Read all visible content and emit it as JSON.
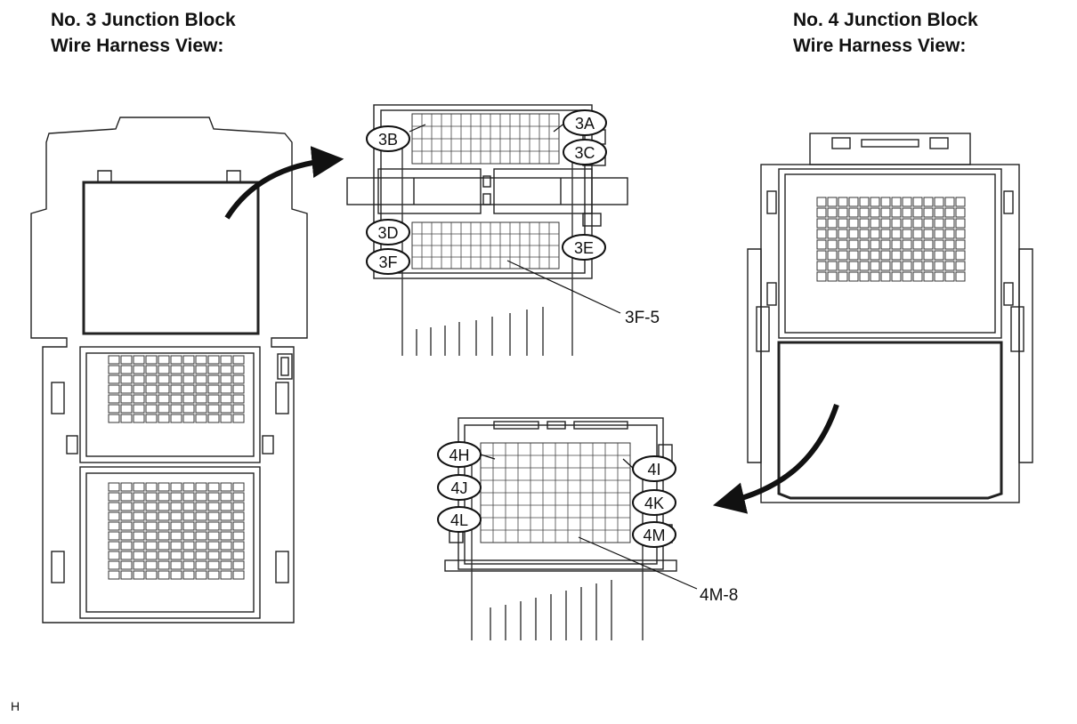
{
  "titles": {
    "no3_line1": "No. 3 Junction Block",
    "no3_line2": "Wire Harness View:",
    "no4_line1": "No. 4 Junction Block",
    "no4_line2": "Wire Harness View:"
  },
  "connectors_no3": [
    "3A",
    "3B",
    "3C",
    "3D",
    "3E",
    "3F"
  ],
  "connectors_no4": [
    "4H",
    "4I",
    "4J",
    "4K",
    "4L",
    "4M"
  ],
  "callouts": {
    "no3_pin": "3F-5",
    "no4_pin": "4M-8"
  },
  "footer": {
    "code": "H"
  }
}
